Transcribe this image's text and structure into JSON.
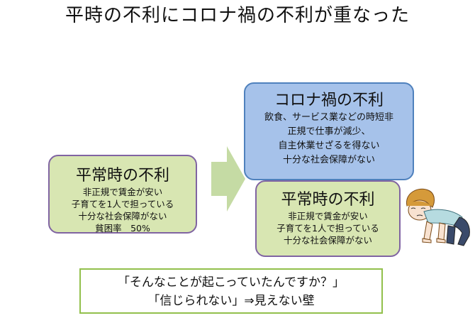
{
  "title": "平時の不利にコロナ禍の不利が重なった",
  "left_box": {
    "heading": "平常時の不利",
    "lines": [
      "非正規で賃金が安い",
      "子育てを1人で担っている",
      "十分な社会保障がない",
      "貧困率　50%"
    ]
  },
  "covid_box": {
    "heading": "コロナ禍の不利",
    "lines": [
      "飲食、サービス業などの時短非",
      "正規で仕事が減少、",
      "自主休業せざるを得ない",
      "十分な社会保障がない"
    ]
  },
  "normal_box": {
    "heading": "平常時の不利",
    "lines": [
      "非正規で賃金が安い",
      "子育てを1人で担っている",
      "十分な社会保障がない"
    ]
  },
  "bottom": {
    "lines": [
      "「そんなことが起こっていたんですか？」",
      "「信じられない」⇒見えない壁"
    ]
  },
  "colors": {
    "green_fill": "#d8e6b2",
    "purple_border": "#8064a2",
    "blue_fill": "#a6c2ea",
    "blue_border": "#4f81bd",
    "arrow": "#c5dba4",
    "bottom_border": "#92c04c"
  },
  "icons": [
    "right-arrow-icon",
    "crawling-woman-illustration"
  ]
}
